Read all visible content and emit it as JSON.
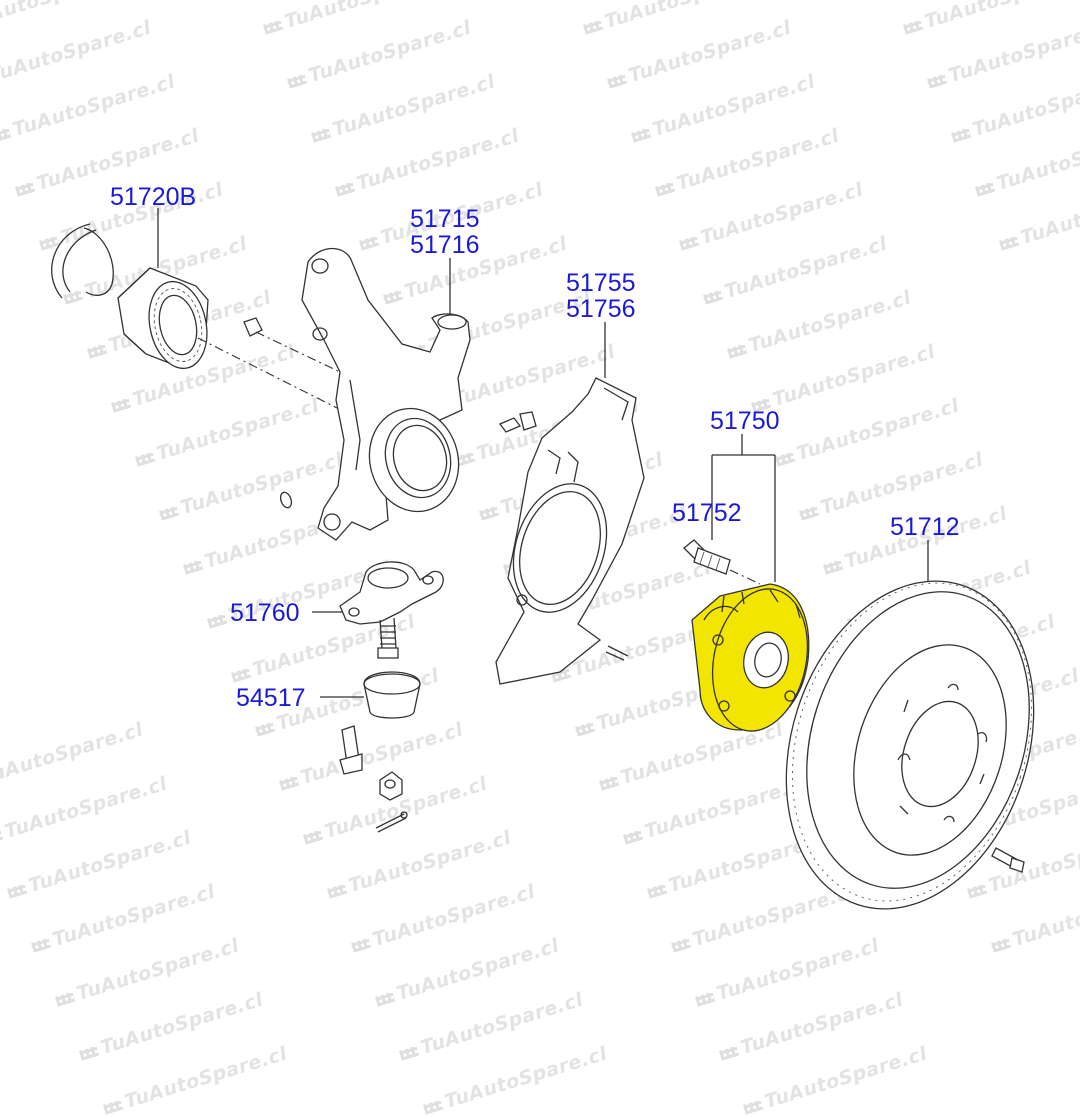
{
  "watermark": {
    "text": "TuAutoSpare.cl"
  },
  "parts": {
    "bearing": "51720B",
    "knuckle_lh": "51715",
    "knuckle_rh": "51716",
    "dust_cover_lh": "51755",
    "dust_cover_rh": "51756",
    "hub_assy": "51750",
    "hub_bolt": "51752",
    "disc": "51712",
    "ball_joint": "51760",
    "dust_cap": "54517"
  },
  "colors": {
    "label": "#1a1ad6",
    "highlight": "#f2e600",
    "line": "#333333",
    "watermark": "#e3e3e3"
  }
}
